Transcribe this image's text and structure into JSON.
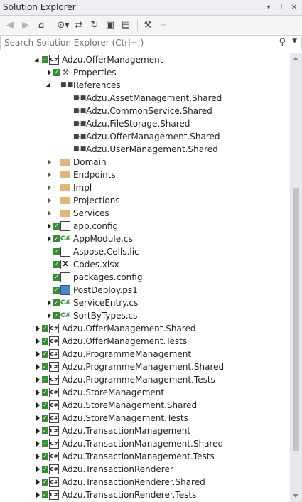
{
  "window": {
    "title": "Solution Explorer",
    "controls": [
      {
        "name": "dropdown-icon",
        "glyph": "▾"
      },
      {
        "name": "pin-icon",
        "glyph": "⊥"
      },
      {
        "name": "close-icon",
        "glyph": "✕"
      }
    ]
  },
  "toolbar": {
    "buttons": [
      {
        "name": "back-icon",
        "glyph": "◀",
        "disabled": true
      },
      {
        "name": "forward-icon",
        "glyph": "▶",
        "disabled": true
      },
      {
        "name": "home-icon",
        "glyph": "⌂",
        "disabled": false
      },
      {
        "name": "sep"
      },
      {
        "name": "pending-changes-filter-icon",
        "glyph": "⊙▾",
        "disabled": false
      },
      {
        "name": "sync-icon",
        "glyph": "⇄",
        "disabled": false
      },
      {
        "name": "refresh-icon",
        "glyph": "↻",
        "disabled": false
      },
      {
        "name": "collapse-all-icon",
        "glyph": "▣",
        "disabled": false
      },
      {
        "name": "show-all-files-icon",
        "glyph": "▤",
        "disabled": false
      },
      {
        "name": "sep"
      },
      {
        "name": "properties-icon",
        "glyph": "⚒",
        "disabled": false
      },
      {
        "name": "preview-icon",
        "glyph": "−",
        "disabled": true
      }
    ]
  },
  "search": {
    "placeholder": "Search Solution Explorer (Ctrl+;)"
  },
  "tree": [
    {
      "label": "Adzu.OfferManagement",
      "depth": 0,
      "expander": "expanded",
      "check": true,
      "icon": "cs-project"
    },
    {
      "label": "Properties",
      "depth": 1,
      "expander": "collapsed",
      "check": true,
      "icon": "wrench"
    },
    {
      "label": "References",
      "depth": 1,
      "expander": "expanded",
      "check": false,
      "icon": "reference"
    },
    {
      "label": "Adzu.AssetManagement.Shared",
      "depth": 2,
      "expander": "none",
      "check": false,
      "icon": "reference"
    },
    {
      "label": "Adzu.CommonService.Shared",
      "depth": 2,
      "expander": "none",
      "check": false,
      "icon": "reference"
    },
    {
      "label": "Adzu.FileStorage.Shared",
      "depth": 2,
      "expander": "none",
      "check": false,
      "icon": "reference"
    },
    {
      "label": "Adzu.OfferManagement.Shared",
      "depth": 2,
      "expander": "none",
      "check": false,
      "icon": "reference"
    },
    {
      "label": "Adzu.UserManagement.Shared",
      "depth": 2,
      "expander": "none",
      "check": false,
      "icon": "reference"
    },
    {
      "label": "Domain",
      "depth": 1,
      "expander": "collapsed-hollow",
      "check": false,
      "icon": "folder"
    },
    {
      "label": "Endpoints",
      "depth": 1,
      "expander": "collapsed-hollow",
      "check": false,
      "icon": "folder"
    },
    {
      "label": "Impl",
      "depth": 1,
      "expander": "collapsed-hollow",
      "check": false,
      "icon": "folder"
    },
    {
      "label": "Projections",
      "depth": 1,
      "expander": "collapsed-hollow",
      "check": false,
      "icon": "folder"
    },
    {
      "label": "Services",
      "depth": 1,
      "expander": "collapsed-hollow",
      "check": false,
      "icon": "folder"
    },
    {
      "label": "app.config",
      "depth": 1,
      "expander": "collapsed",
      "check": true,
      "icon": "config"
    },
    {
      "label": "AppModule.cs",
      "depth": 1,
      "expander": "collapsed",
      "check": true,
      "icon": "cs-file"
    },
    {
      "label": "Aspose.Cells.lic",
      "depth": 1,
      "expander": "none",
      "check": true,
      "icon": "file"
    },
    {
      "label": "Codes.xlsx",
      "depth": 1,
      "expander": "none",
      "check": true,
      "icon": "excel"
    },
    {
      "label": "packages.config",
      "depth": 1,
      "expander": "none",
      "check": true,
      "icon": "config"
    },
    {
      "label": "PostDeploy.ps1",
      "depth": 1,
      "expander": "none",
      "check": true,
      "icon": "powershell"
    },
    {
      "label": "ServiceEntry.cs",
      "depth": 1,
      "expander": "collapsed",
      "check": true,
      "icon": "cs-file"
    },
    {
      "label": "SortByTypes.cs",
      "depth": 1,
      "expander": "collapsed",
      "check": true,
      "icon": "cs-file"
    },
    {
      "label": "Adzu.OfferManagement.Shared",
      "depth": 0,
      "expander": "collapsed",
      "check": true,
      "icon": "cs-project"
    },
    {
      "label": "Adzu.OfferManagement.Tests",
      "depth": 0,
      "expander": "collapsed",
      "check": true,
      "icon": "cs-project"
    },
    {
      "label": "Adzu.ProgrammeManagement",
      "depth": 0,
      "expander": "collapsed",
      "check": true,
      "icon": "cs-project"
    },
    {
      "label": "Adzu.ProgrammeManagement.Shared",
      "depth": 0,
      "expander": "collapsed",
      "check": true,
      "icon": "cs-project"
    },
    {
      "label": "Adzu.ProgrammeManagement.Tests",
      "depth": 0,
      "expander": "collapsed",
      "check": true,
      "icon": "cs-project"
    },
    {
      "label": "Adzu.StoreManagement",
      "depth": 0,
      "expander": "collapsed",
      "check": true,
      "icon": "cs-project"
    },
    {
      "label": "Adzu.StoreManagement.Shared",
      "depth": 0,
      "expander": "collapsed",
      "check": true,
      "icon": "cs-project"
    },
    {
      "label": "Adzu.StoreManagement.Tests",
      "depth": 0,
      "expander": "collapsed",
      "check": true,
      "icon": "cs-project"
    },
    {
      "label": "Adzu.TransactionManagement",
      "depth": 0,
      "expander": "collapsed",
      "check": true,
      "icon": "cs-project"
    },
    {
      "label": "Adzu.TransactionManagement.Shared",
      "depth": 0,
      "expander": "collapsed",
      "check": true,
      "icon": "cs-project"
    },
    {
      "label": "Adzu.TransactionManagement.Tests",
      "depth": 0,
      "expander": "collapsed",
      "check": true,
      "icon": "cs-project"
    },
    {
      "label": "Adzu.TransactionRenderer",
      "depth": 0,
      "expander": "collapsed",
      "check": true,
      "icon": "cs-project"
    },
    {
      "label": "Adzu.TransactionRenderer.Shared",
      "depth": 0,
      "expander": "collapsed",
      "check": true,
      "icon": "cs-project"
    },
    {
      "label": "Adzu.TransactionRenderer.Tests",
      "depth": 0,
      "expander": "collapsed",
      "check": true,
      "icon": "cs-project"
    }
  ]
}
